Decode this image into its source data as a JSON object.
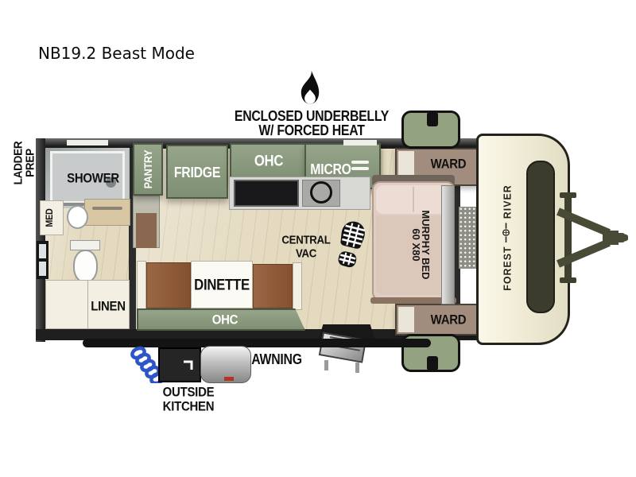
{
  "title": "NB19.2 Beast Mode",
  "callouts": {
    "underbelly_line1": "ENCLOSED UNDERBELLY",
    "underbelly_line2": "W/ FORCED HEAT",
    "central_vac_line1": "CENTRAL",
    "central_vac_line2": "VAC",
    "awning": "AWNING",
    "outside_kitchen_line1": "OUTSIDE",
    "outside_kitchen_line2": "KITCHEN",
    "ladder_prep_line1": "LADDER",
    "ladder_prep_line2": "PREP"
  },
  "rooms": {
    "shower": "SHOWER",
    "med": "MED",
    "linen": "LINEN",
    "pantry": "PANTRY",
    "fridge": "FRIDGE",
    "ohc_kitchen": "OHC",
    "micro": "MICRO",
    "ward_front": "WARD",
    "ward_rear": "WARD",
    "dinette": "DINETTE",
    "ohc_dinette": "OHC",
    "bed_size": "60 X80",
    "bed_type": "MURPHY BED"
  },
  "brand": {
    "word1": "FOREST",
    "word2": "RIVER"
  },
  "icons": {
    "heat": "flame-icon",
    "central_vac": "boot-print-icon",
    "brand_logo": "forest-river-logo-icon"
  },
  "colors": {
    "cabinet_green": "#8a9a7e",
    "exterior_box_green": "#93a381",
    "floor_wood": "#e4dac0",
    "bench_brown": "#8d5a3a",
    "bed_pink": "#dcc7bb",
    "ward_taupe": "#a28c7d",
    "front_cap_cream": "#f0ecd6",
    "cap_window_olive": "#3b3c2c",
    "hose_blue": "#2d55c8",
    "text_black": "#101010"
  }
}
